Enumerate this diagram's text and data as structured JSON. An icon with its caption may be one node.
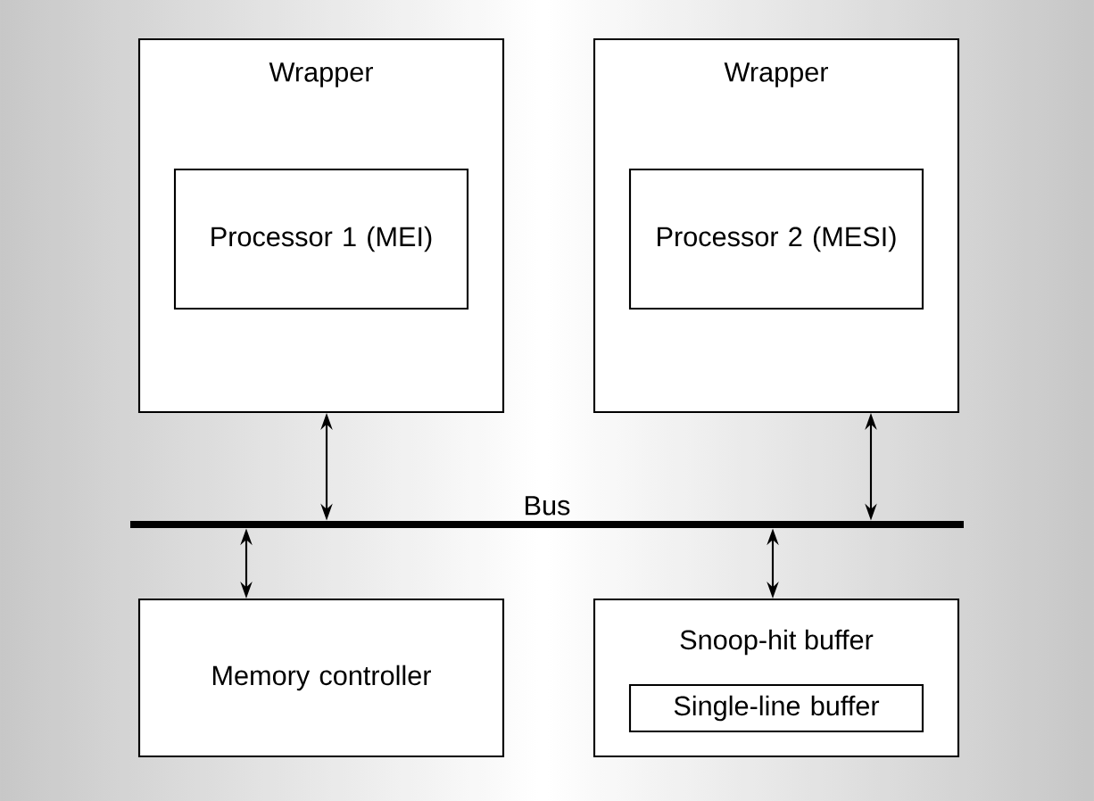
{
  "diagram": {
    "nodes": [
      {
        "text": [
          "Wrapper"
        ]
      },
      {
        "text": [
          "Processor 1 (MEI)"
        ],
        "in": 0
      },
      {
        "text": [
          "Wrapper"
        ]
      },
      {
        "text": [
          "Processor 2 (MESI)"
        ],
        "in": 2
      },
      {
        "text": [
          "Bus"
        ]
      },
      {
        "text": [
          "Memory controller"
        ]
      },
      {
        "text": [
          "Snoop-hit buffer"
        ]
      },
      {
        "text": [
          "Single-line buffer"
        ],
        "in": 6
      }
    ],
    "edges": [
      {
        "from": 0,
        "to": 4,
        "arrow": "both"
      },
      {
        "from": 2,
        "to": 4,
        "arrow": "both"
      },
      {
        "from": 5,
        "to": 4,
        "arrow": "both"
      },
      {
        "from": 6,
        "to": 4,
        "arrow": "both"
      }
    ]
  }
}
